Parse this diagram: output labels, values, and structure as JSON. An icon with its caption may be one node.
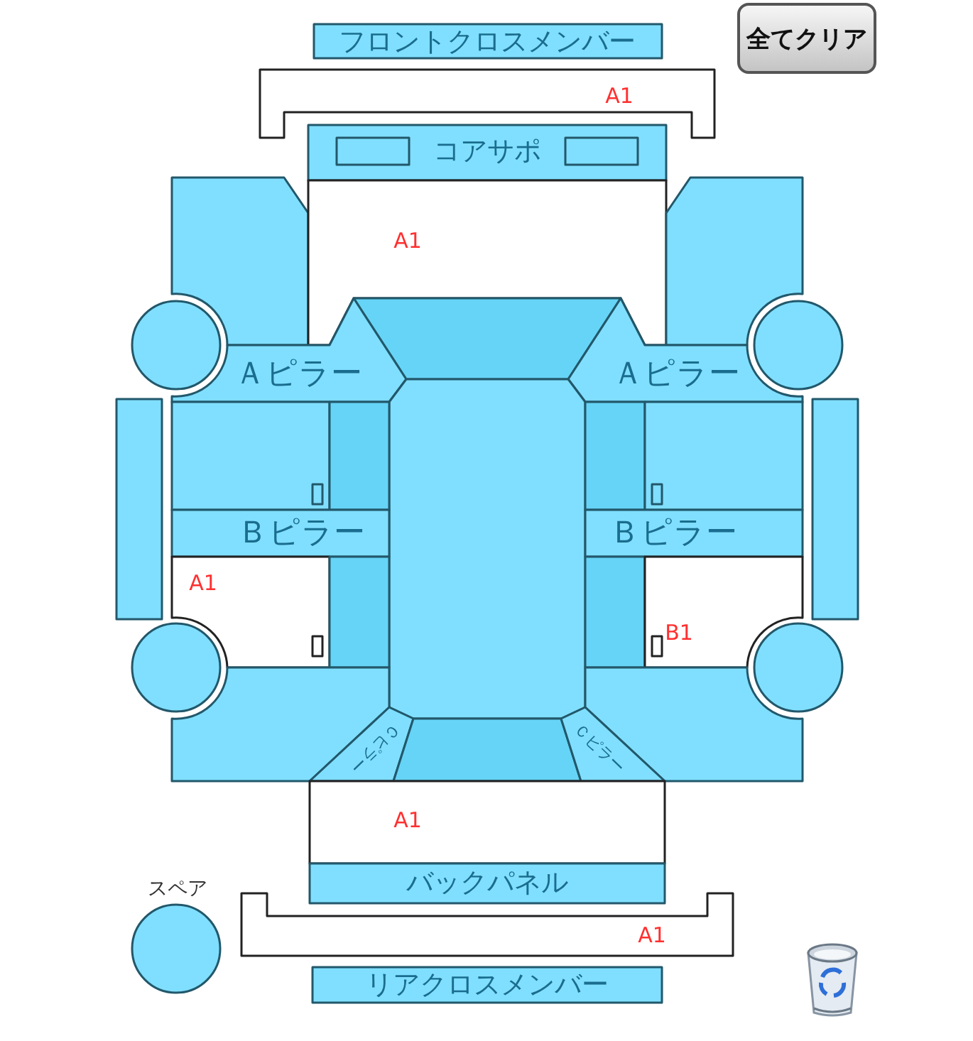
{
  "diagram": {
    "nodes": [
      {
        "text": [
          "フロントクロスメンバー"
        ]
      },
      {
        "text": [
          "A1"
        ]
      },
      {
        "text": [
          "コアサポ"
        ]
      },
      {
        "text": [],
        "shape": "box",
        "in": 2
      },
      {
        "text": [],
        "shape": "box",
        "in": 2
      },
      {
        "text": [],
        "shape": "polygon"
      },
      {
        "text": [
          "A1"
        ]
      },
      {
        "text": [],
        "shape": "polygon"
      },
      {
        "text": [],
        "shape": "circle"
      },
      {
        "text": [],
        "shape": "trapezoid"
      },
      {
        "text": [],
        "shape": "circle"
      },
      {
        "text": [
          "Ａピラー"
        ]
      },
      {
        "text": [
          "Ａピラー"
        ]
      },
      {
        "text": [],
        "shape": "octagon"
      },
      {
        "text": [],
        "shape": "bar"
      },
      {
        "text": [],
        "shape": "box"
      },
      {
        "text": [],
        "shape": "box",
        "in": 15
      },
      {
        "text": [],
        "shape": "bar"
      },
      {
        "text": [],
        "shape": "bar"
      },
      {
        "text": [],
        "shape": "box"
      },
      {
        "text": [],
        "shape": "box",
        "in": 19
      },
      {
        "text": [],
        "shape": "bar"
      },
      {
        "text": [
          "Ｂピラー"
        ]
      },
      {
        "text": [
          "Ｂピラー"
        ]
      },
      {
        "text": [
          "A1"
        ]
      },
      {
        "text": [],
        "shape": "box",
        "in": 24
      },
      {
        "text": [],
        "shape": "bar"
      },
      {
        "text": [],
        "shape": "bar"
      },
      {
        "text": [
          "B1"
        ]
      },
      {
        "text": [],
        "shape": "box",
        "in": 28
      },
      {
        "text": [],
        "shape": "circle"
      },
      {
        "text": [],
        "shape": "circle"
      },
      {
        "text": [],
        "shape": "polygon"
      },
      {
        "text": [],
        "shape": "polygon"
      },
      {
        "text": [
          "Ｃピラー"
        ]
      },
      {
        "text": [],
        "shape": "trapezoid"
      },
      {
        "text": [
          "Ｃピラー"
        ]
      },
      {
        "text": [
          "A1"
        ]
      },
      {
        "text": [
          "バックパネル"
        ]
      },
      {
        "text": [
          "スペア"
        ]
      },
      {
        "text": [
          "A1"
        ]
      },
      {
        "text": [
          "リアクロスメンバー"
        ]
      }
    ],
    "labels": [
      "全てクリア"
    ]
  }
}
